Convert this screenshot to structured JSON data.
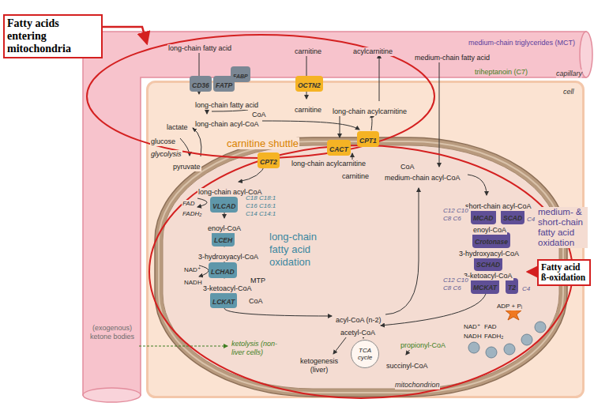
{
  "diagram": {
    "nodes": [
      {
        "text": [
          "Fatty acids entering mitochondria"
        ]
      },
      {
        "text": [
          "Fatty acid ß-oxidation"
        ]
      },
      {
        "text": [
          "capillary"
        ]
      },
      {
        "text": [
          "cell"
        ]
      },
      {
        "text": [
          "CD36"
        ],
        "in": 3
      },
      {
        "text": [
          "FATP"
        ],
        "in": 3
      },
      {
        "text": [
          "FABP"
        ],
        "in": 2
      },
      {
        "text": [
          "OCTN2"
        ],
        "in": 3
      },
      {
        "text": [
          "CPT1"
        ],
        "in": 3
      },
      {
        "text": [
          "mitochondrion"
        ],
        "in": 3
      },
      {
        "text": [
          "CPT2"
        ],
        "in": 9
      },
      {
        "text": [
          "CACT"
        ],
        "in": 9
      },
      {
        "text": [
          "VLCAD"
        ],
        "in": 9
      },
      {
        "text": [
          "LCEH"
        ],
        "in": 9
      },
      {
        "text": [
          "LCHAD"
        ],
        "in": 9
      },
      {
        "text": [
          "LCKAT"
        ],
        "in": 9
      },
      {
        "text": [
          "MCAD"
        ],
        "in": 9
      },
      {
        "text": [
          "SCAD"
        ],
        "in": 9
      },
      {
        "text": [
          "Crotonase"
        ],
        "in": 9
      },
      {
        "text": [
          "SCHAD"
        ],
        "in": 9
      },
      {
        "text": [
          "MCKAT"
        ],
        "in": 9
      },
      {
        "text": [
          "T2"
        ],
        "in": 9
      },
      {
        "text": [
          "TCA cycle"
        ],
        "in": 9
      }
    ],
    "labels": [
      "long-chain fatty acid",
      "carnitine",
      "acylcarnitine",
      "medium-chain triglycerides (MCT)",
      "medium-chain fatty acid",
      "triheptanoin (C7)",
      "long-chain fatty acid",
      "CoA",
      "long-chain acyl-CoA",
      "carnitine",
      "long-chain acylcarnitine",
      "lactate",
      "glucose",
      "glycolysis",
      "pyruvate",
      "carnitine shuttle",
      "long-chain acylcarnitine",
      "carnitine",
      "CoA",
      "medium-chain acyl-CoA",
      "long-chain acyl-CoA",
      "FAD",
      "FADH₂",
      "C18 C18:1 C16 C16:1 C14 C14:1",
      "enoyl-CoA",
      "long-chain fatty acid oxidation",
      "3-hydroxyacyl-CoA",
      "NAD⁺",
      "NADH",
      "MTP",
      "3-ketoacyl-CoA",
      "CoA",
      "acyl-CoA (n-2)",
      "acetyl-CoA",
      "ketolysis (non-liver cells)",
      "ketogenesis (liver)",
      "propionyl-CoA",
      "succinyl-CoA",
      "(exogenous) ketone bodies",
      "short-chain acyl-CoA",
      "C12 C10 C8 C6",
      "C4",
      "enoyl-CoA",
      "3-hydroxyacyl-CoA",
      "3-ketoacyl-CoA",
      "C12 C10 C8 C6",
      "C4",
      "medium- & short-chain fatty acid oxidation",
      "ADP + Pᵢ",
      "NAD⁺",
      "FAD",
      "NADH",
      "FADH₂"
    ]
  }
}
